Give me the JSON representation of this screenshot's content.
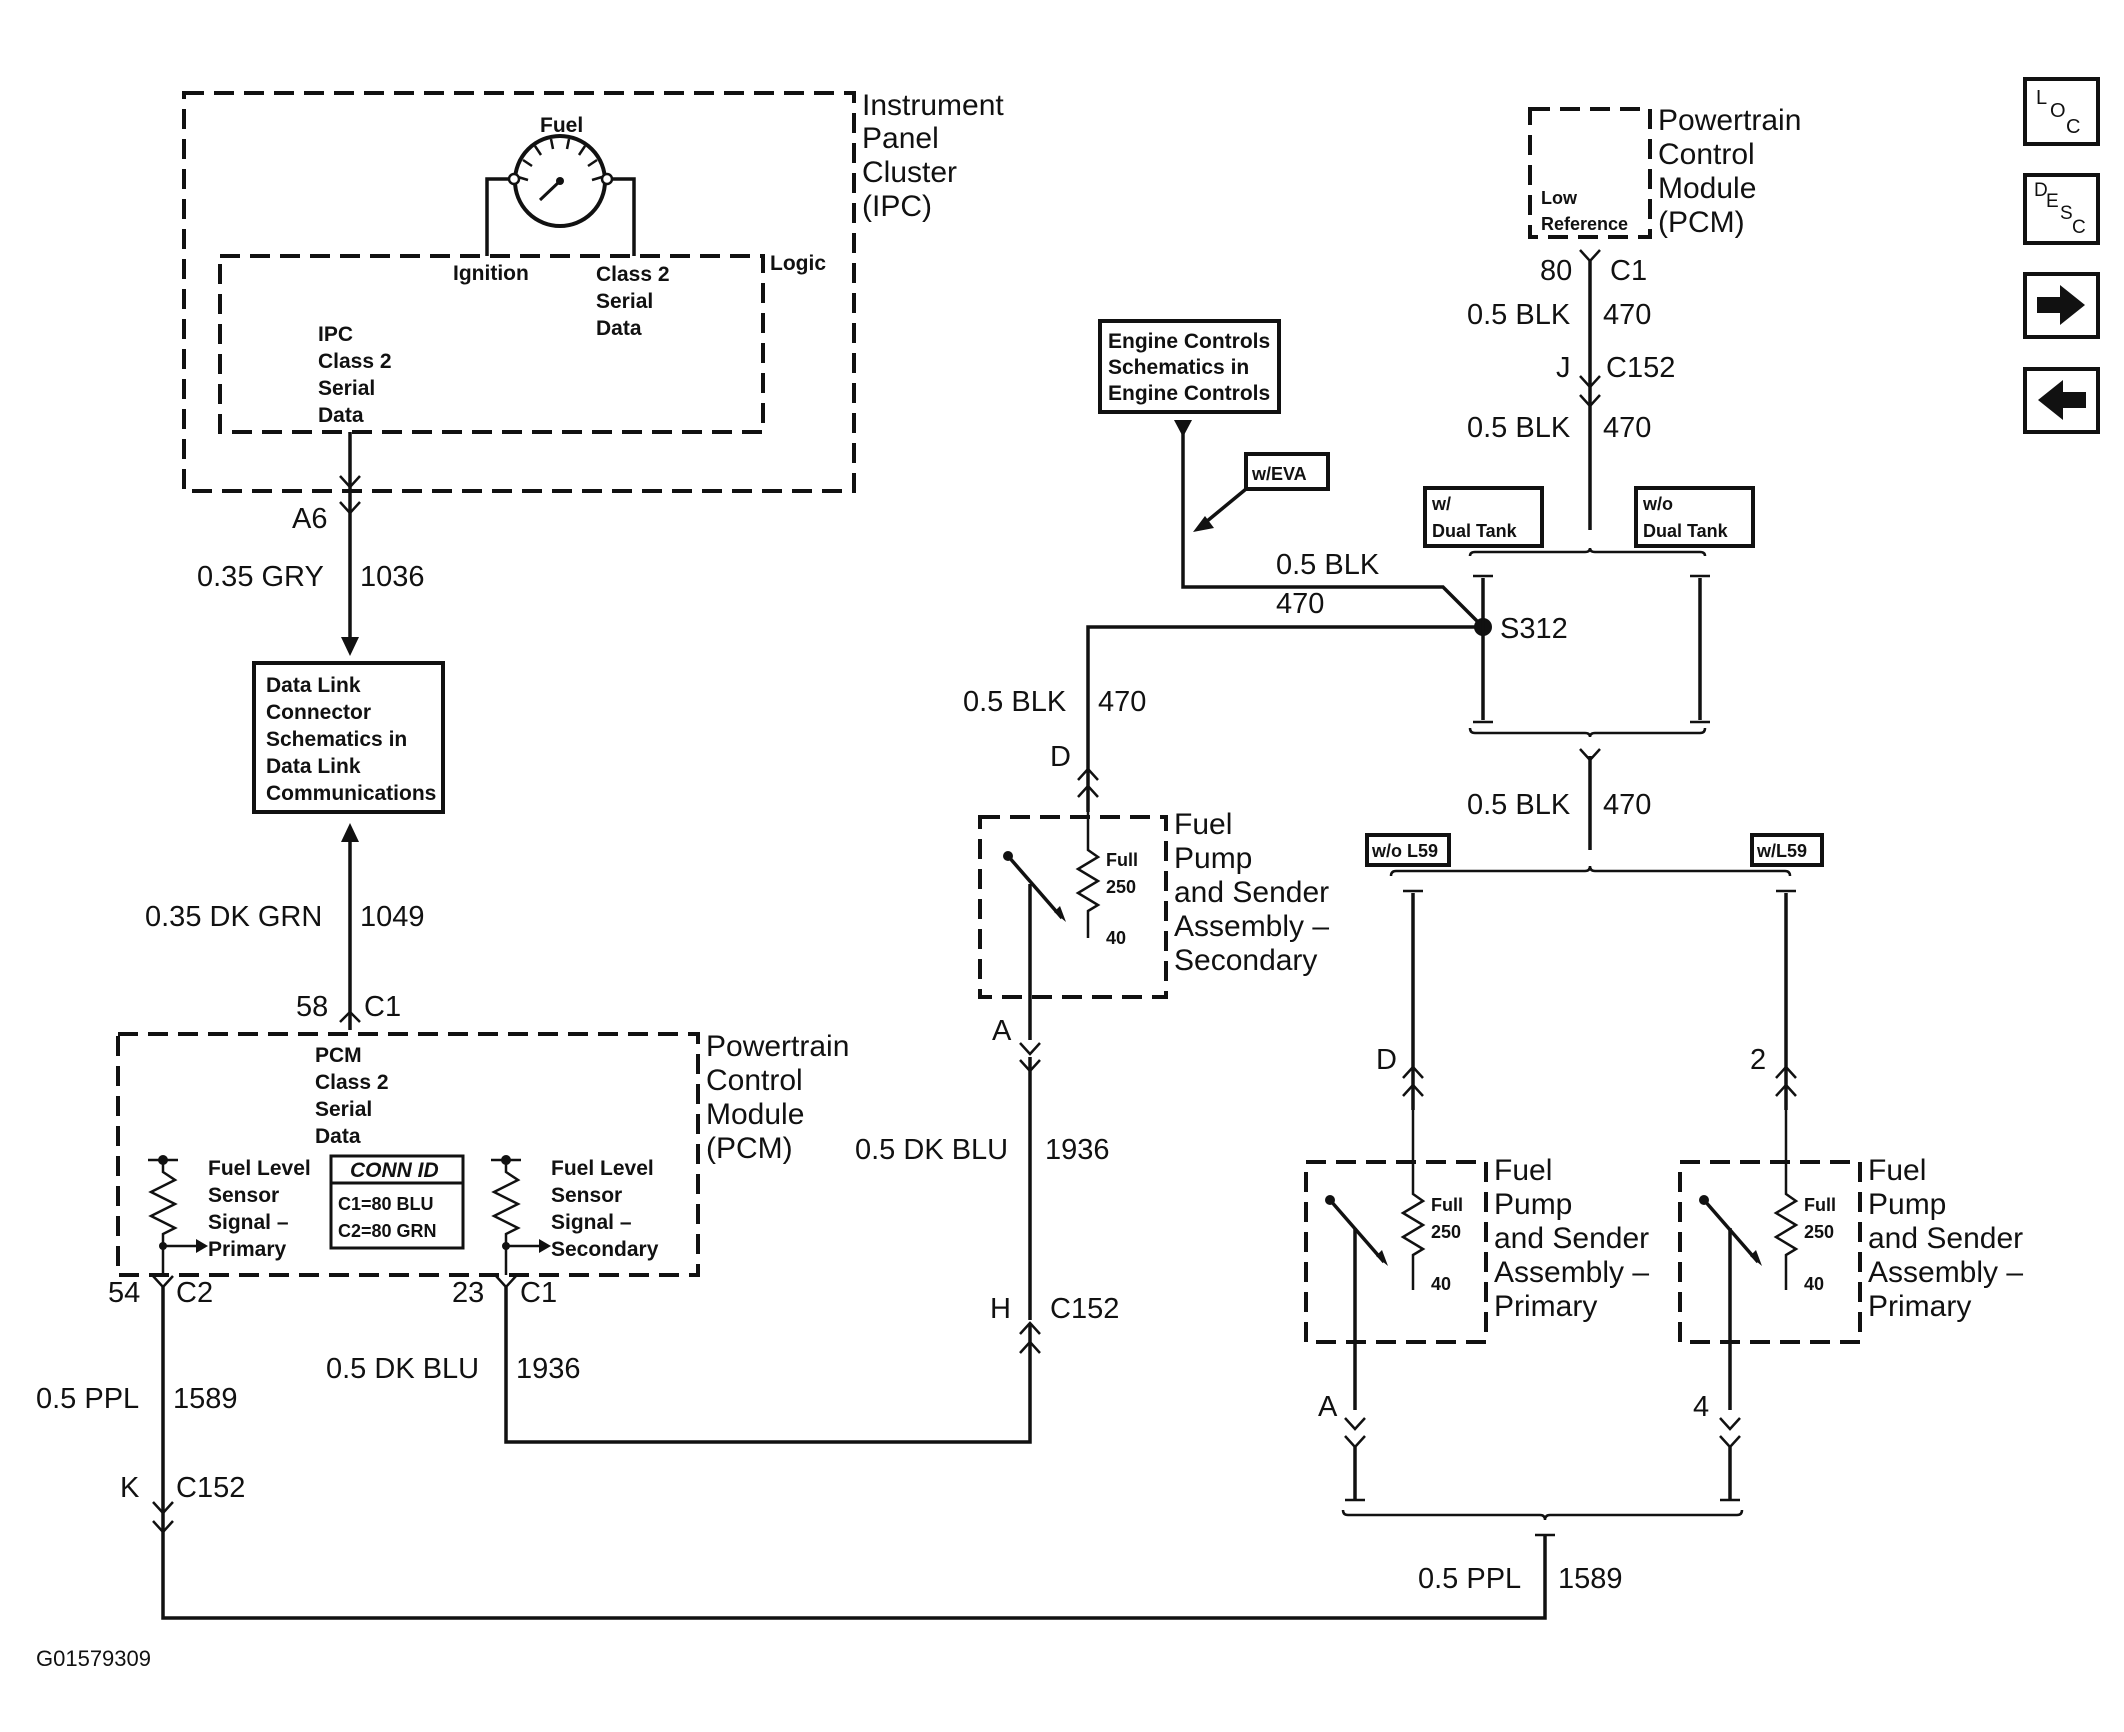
{
  "ipc": {
    "title": [
      "Instrument",
      "Panel",
      "Cluster",
      "(IPC)"
    ],
    "gauge": "Fuel",
    "ignition": "Ignition",
    "class2": [
      "Class 2",
      "Serial",
      "Data"
    ],
    "logic": "Logic",
    "serial": [
      "IPC",
      "Class 2",
      "Serial",
      "Data"
    ]
  },
  "w1036": {
    "pin": "A6",
    "size": "0.35 GRY",
    "circuit": "1036"
  },
  "dlc": {
    "lines": [
      "Data Link",
      "Connector",
      "Schematics in",
      "Data Link",
      "Communications"
    ]
  },
  "w1049": {
    "size": "0.35 DK GRN",
    "circuit": "1049",
    "pin": "58",
    "conn": "C1"
  },
  "pcm": {
    "title": [
      "Powertrain",
      "Control",
      "Module",
      "(PCM)"
    ],
    "serial": [
      "PCM",
      "Class 2",
      "Serial",
      "Data"
    ],
    "primary": [
      "Fuel Level",
      "Sensor",
      "Signal –",
      "Primary"
    ],
    "secondary": [
      "Fuel Level",
      "Sensor",
      "Signal –",
      "Secondary"
    ],
    "connid_title": "CONN ID",
    "connid": [
      "C1=80 BLU",
      "C2=80 GRN"
    ],
    "pin54": "54",
    "c2": "C2",
    "pin23": "23",
    "c1": "C1"
  },
  "w1589": {
    "size": "0.5 PPL",
    "circuit": "1589",
    "pin": "K",
    "conn": "C152"
  },
  "w1936": {
    "size": "0.5 DK BLU",
    "circuit": "1936",
    "pinA": "A",
    "pinH": "H",
    "conn": "C152"
  },
  "engine": {
    "lines": [
      "Engine Controls",
      "Schematics in",
      "Engine Controls"
    ]
  },
  "eva": "w/EVA",
  "sender_secondary": {
    "title": [
      "Fuel",
      "Pump",
      "and Sender",
      "Assembly –",
      "Secondary"
    ],
    "full": "Full",
    "r250": "250",
    "r40": "40",
    "pinD": "D"
  },
  "sender_primary": {
    "title": [
      "Fuel",
      "Pump",
      "and Sender",
      "Assembly –",
      "Primary"
    ],
    "full": "Full",
    "r250": "250",
    "r40": "40"
  },
  "pcm_top": {
    "title": [
      "Powertrain",
      "Control",
      "Module",
      "(PCM)"
    ],
    "lowref": [
      "Low",
      "Reference"
    ],
    "pin": "80",
    "conn": "C1"
  },
  "w470": {
    "size": "0.5 BLK",
    "circuit": "470",
    "pinJ": "J",
    "conn": "C152",
    "splice": "S312"
  },
  "options": {
    "dual": [
      "w/",
      "Dual Tank"
    ],
    "nodual": [
      "w/o",
      "Dual Tank"
    ],
    "wol59": "w/o L59",
    "wl59": "w/L59"
  },
  "pins": {
    "D": "D",
    "two": "2",
    "A": "A",
    "four": "4"
  },
  "figure_id": "G01579309",
  "nav": {
    "loc": [
      "L",
      "O",
      "C"
    ],
    "desc": [
      "D",
      "E",
      "S",
      "C"
    ]
  }
}
